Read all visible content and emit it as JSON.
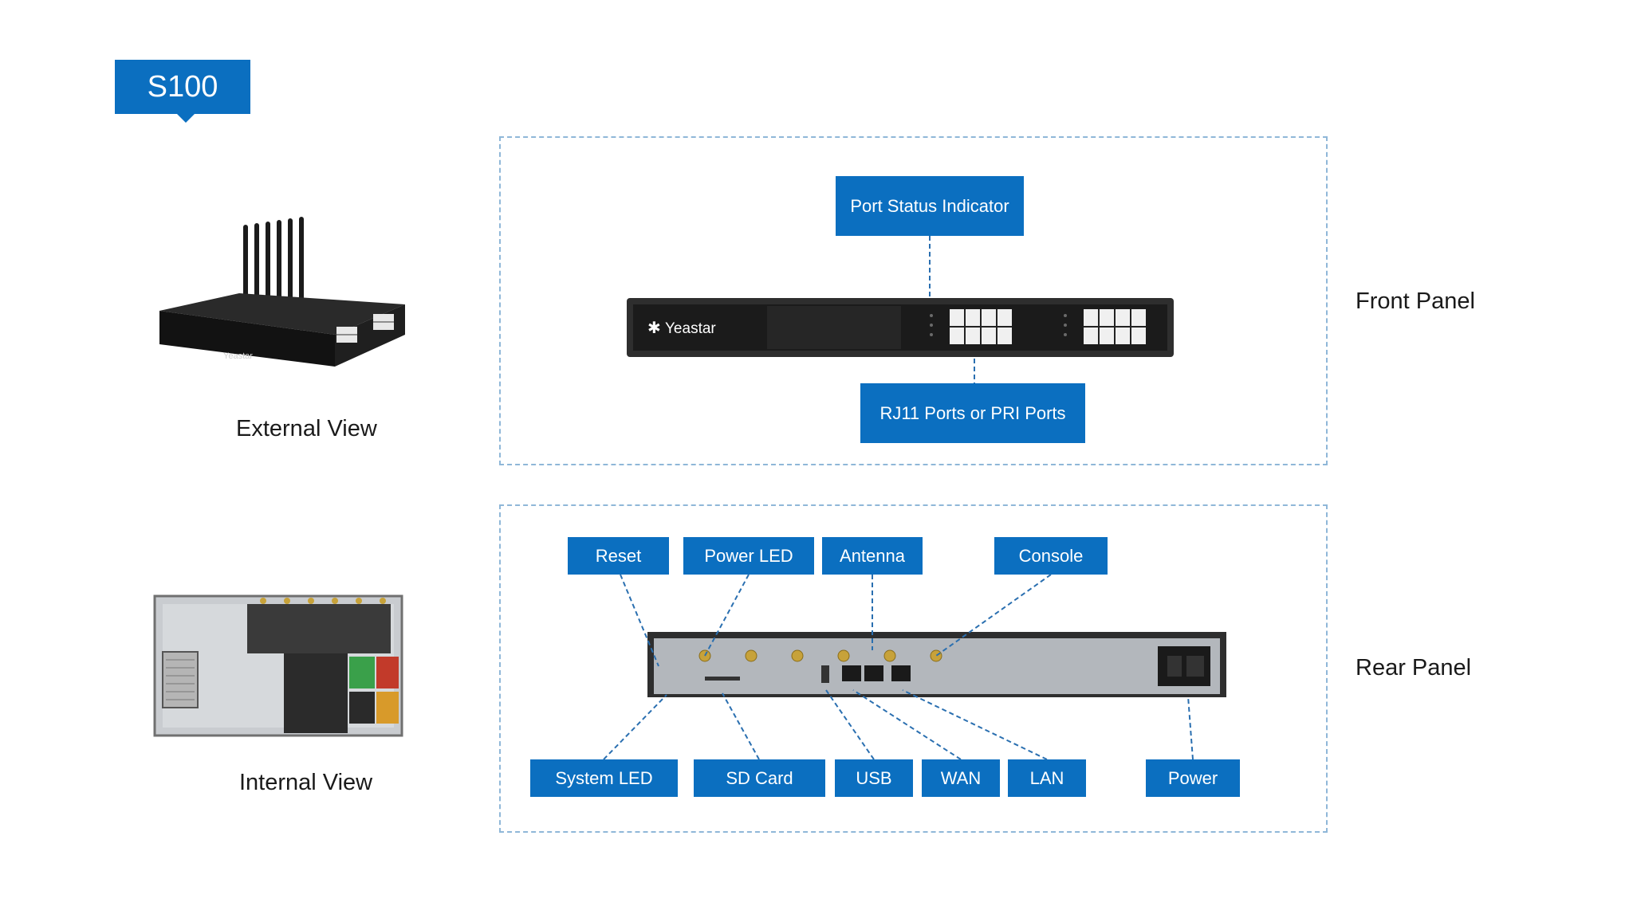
{
  "title": "S100",
  "views": {
    "external": "External View",
    "internal": "Internal View"
  },
  "panels": {
    "front": "Front Panel",
    "rear": "Rear Panel"
  },
  "front_labels": {
    "port_status": "Port Status Indicator",
    "rj11": "RJ11 Ports or PRI Ports"
  },
  "rear_labels": {
    "reset": "Reset",
    "power_led": "Power LED",
    "antenna": "Antenna",
    "console": "Console",
    "system_led": "System LED",
    "sd_card": "SD  Card",
    "usb": "USB",
    "wan": "WAN",
    "lan": "LAN",
    "power": "Power"
  },
  "device": {
    "brand": "Yeastar"
  },
  "colors": {
    "accent": "#0b6fc0",
    "dashed": "#8fb7d8"
  }
}
